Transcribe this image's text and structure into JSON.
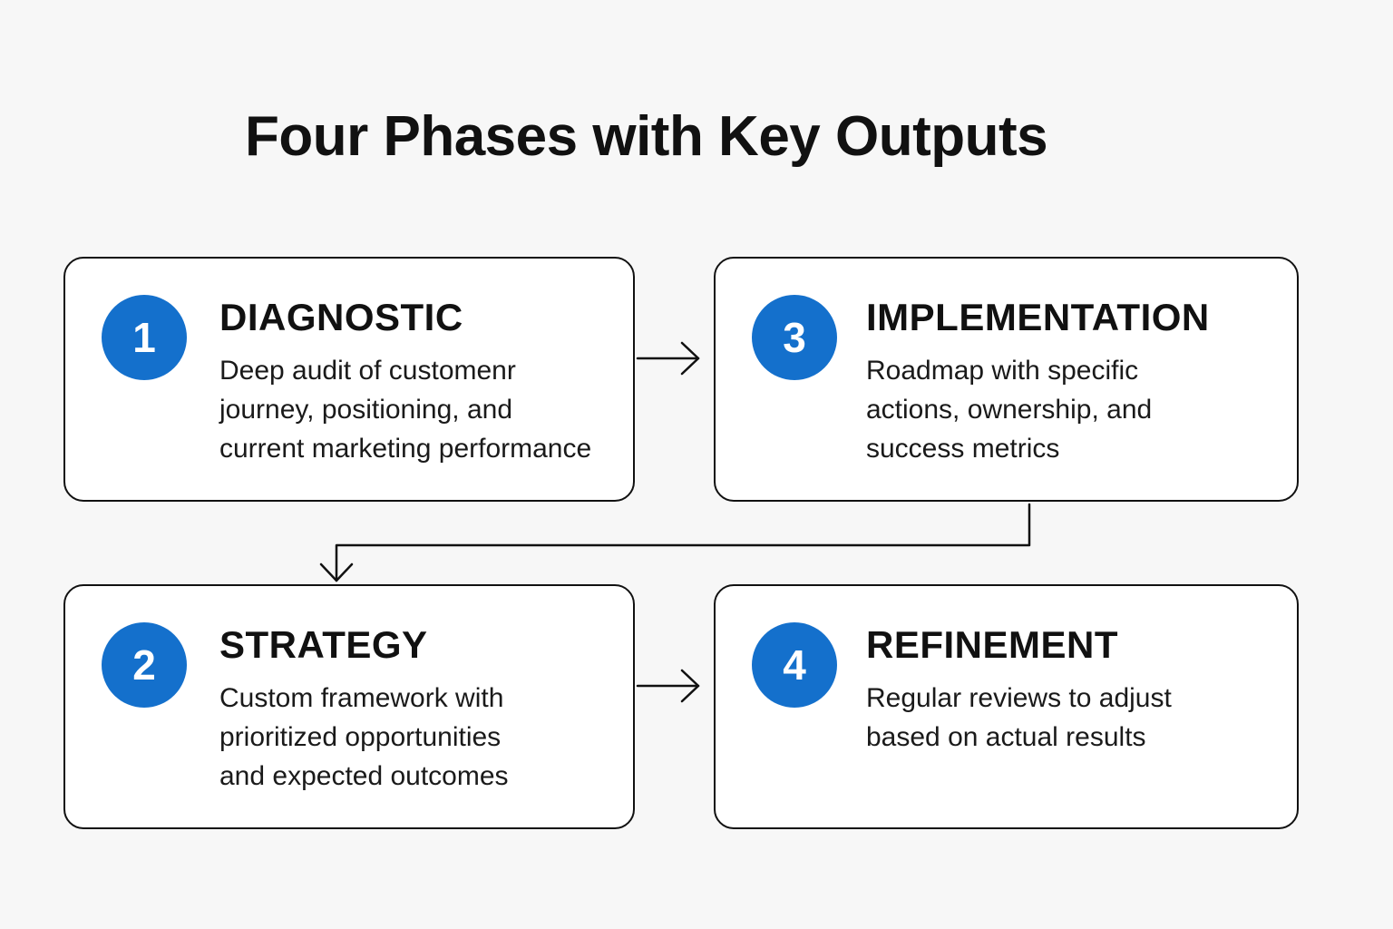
{
  "title": "Four Phases with Key Outputs",
  "colors": {
    "accent": "#1470cc",
    "border": "#111111",
    "background": "#f7f7f7"
  },
  "phases": [
    {
      "number": "1",
      "name": "DIAGNOSTIC",
      "lines": [
        "Deep audit of customenr",
        "journey, positioning, and",
        "current marketing performance"
      ]
    },
    {
      "number": "3",
      "name": "IMPLEMENTATION",
      "lines": [
        "Roadmap with specific",
        "actions, ownership, and",
        "success metrics"
      ]
    },
    {
      "number": "2",
      "name": "STRATEGY",
      "lines": [
        "Custom framework with",
        "prioritized opportunities",
        "and expected outcomes"
      ]
    },
    {
      "number": "4",
      "name": "REFINEMENT",
      "lines": [
        "Regular reviews to adjust",
        "based on actual results"
      ]
    }
  ],
  "connectors": [
    {
      "from": "1",
      "to": "3"
    },
    {
      "from": "3",
      "to": "2"
    },
    {
      "from": "2",
      "to": "4"
    }
  ]
}
